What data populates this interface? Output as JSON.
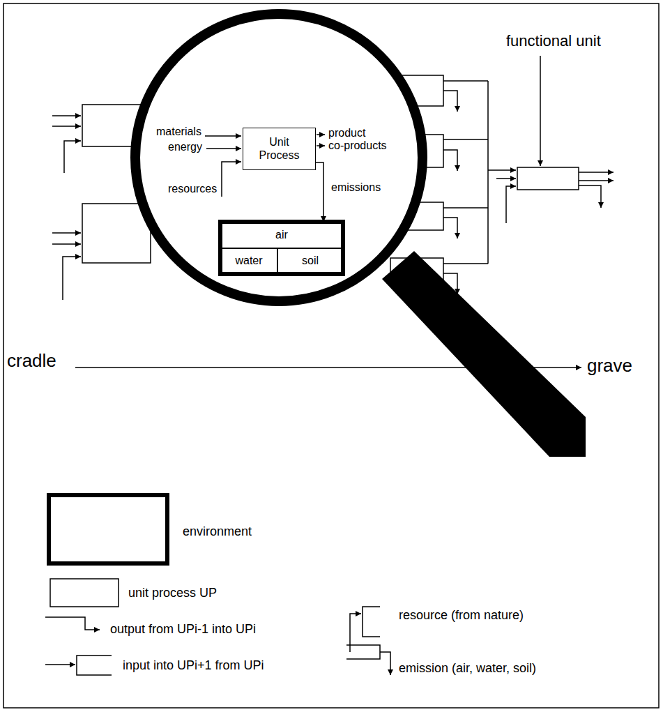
{
  "diagram": {
    "nodes": [
      {
        "text": [
          "Unit Process"
        ]
      },
      {
        "text": [
          "air"
        ]
      },
      {
        "text": [
          "water"
        ]
      },
      {
        "text": [
          "soil"
        ]
      }
    ],
    "edges": [
      {
        "from": 0,
        "to": 1,
        "arrow": "to"
      }
    ],
    "labels": [
      "materials",
      "energy",
      "resources",
      "product",
      "co-products",
      "emissions",
      "functional unit",
      "cradle",
      "grave"
    ],
    "legend": [
      {
        "text": "environment"
      },
      {
        "text": "unit process UP"
      },
      {
        "text": "output from UPi-1 into UPi"
      },
      {
        "text": "input into UPi+1 from UPi"
      },
      {
        "text": "resource (from nature)"
      },
      {
        "text": "emission (air, water, soil)"
      }
    ]
  }
}
